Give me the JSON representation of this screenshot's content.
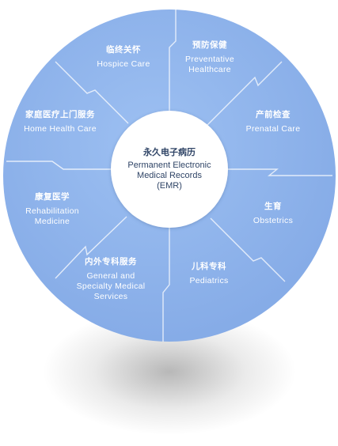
{
  "colors": {
    "segment": "#8fb4ec",
    "segment_dark": "#7ea6e2",
    "divider": "#ffffff",
    "hub": "#ffffff",
    "hub_text": "#2f4466",
    "label_text": "#ffffff"
  },
  "center": {
    "cn": "永久电子病历",
    "en_lines": [
      "Permanent Electronic",
      "Medical Records",
      "(EMR)"
    ]
  },
  "segments": [
    {
      "cn": "预防保健",
      "en_lines": [
        "Preventative",
        "Healthcare"
      ]
    },
    {
      "cn": "产前检查",
      "en_lines": [
        "Prenatal Care"
      ]
    },
    {
      "cn": "生育",
      "en_lines": [
        "Obstetrics"
      ]
    },
    {
      "cn": "儿科专科",
      "en_lines": [
        "Pediatrics"
      ]
    },
    {
      "cn": "内外专科服务",
      "en_lines": [
        "General and",
        "Specialty Medical",
        "Services"
      ]
    },
    {
      "cn": "康复医学",
      "en_lines": [
        "Rehabilitation",
        "Medicine"
      ]
    },
    {
      "cn": "家庭医疗上门服务",
      "en_lines": [
        "Home Health Care"
      ]
    },
    {
      "cn": "临终关怀",
      "en_lines": [
        "Hospice Care"
      ]
    }
  ]
}
